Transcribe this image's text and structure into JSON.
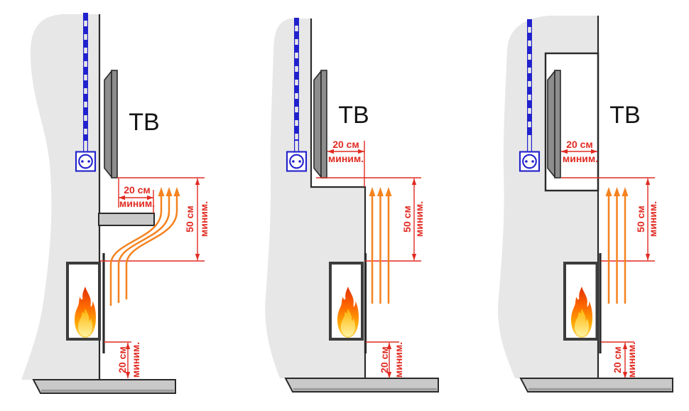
{
  "colors": {
    "wall": "#e7e7e7",
    "outline": "#2a2a2a",
    "tvGray": "#8d8d8d",
    "slab": "#c9c9c9",
    "slabShadow": "#9d9d9d",
    "frame": "#3c3c3c",
    "dimRed": "#e02b22",
    "flowOrange": "#f5821f",
    "cableBlue": "#2121cd",
    "flame0": "#e03000",
    "flame1": "#ff6a00",
    "flame2": "#ffa800",
    "flame3": "#ffd75e",
    "flameCore0": "#ffb300",
    "flameCore1": "#fff2a0"
  },
  "panels": [
    {
      "tv_label": "ТВ",
      "top_dim": {
        "value": "20 см",
        "qualifier": "миним."
      },
      "side_dim": {
        "value": "50 см",
        "qualifier": "миним."
      },
      "bottom_dim": {
        "value": "20 см",
        "qualifier": "миним."
      }
    },
    {
      "tv_label": "ТВ",
      "top_dim": {
        "value": "20 см",
        "qualifier": "миним."
      },
      "side_dim": {
        "value": "50 см",
        "qualifier": "миним."
      },
      "bottom_dim": {
        "value": "20 см",
        "qualifier": "миним."
      }
    },
    {
      "tv_label": "ТВ",
      "top_dim": {
        "value": "20 см",
        "qualifier": "миним."
      },
      "side_dim": {
        "value": "50 см",
        "qualifier": "миним."
      },
      "bottom_dim": {
        "value": "20 см",
        "qualifier": "миним."
      }
    }
  ]
}
